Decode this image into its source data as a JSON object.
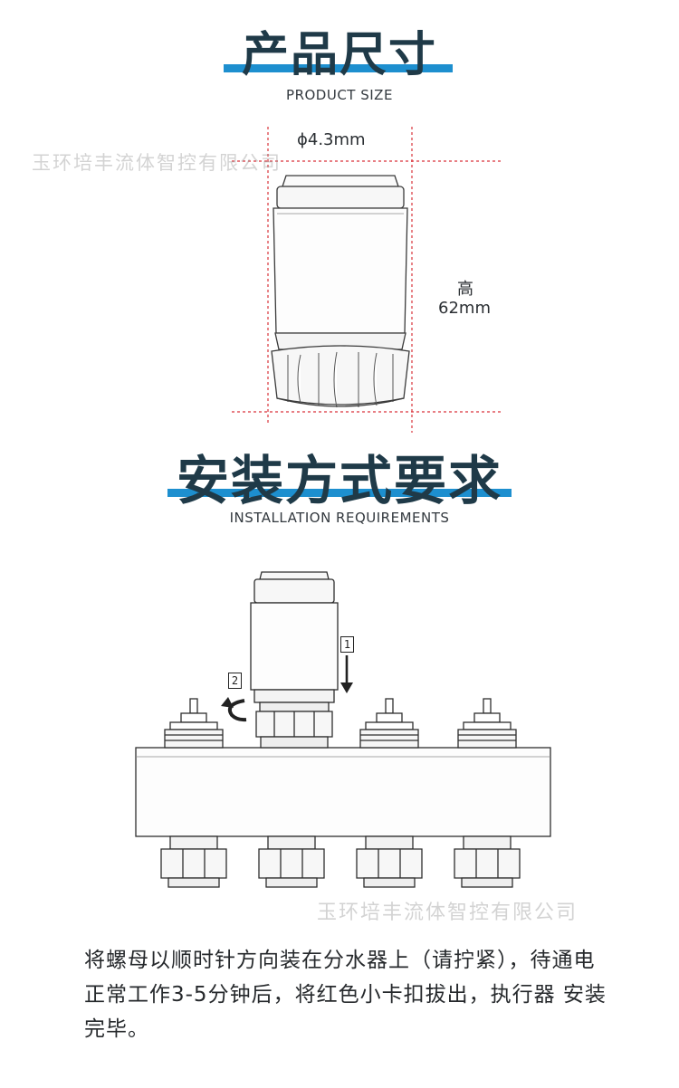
{
  "sections": {
    "product_size": {
      "title": "产品尺寸",
      "subtitle": "PRODUCT SIZE"
    },
    "installation": {
      "title": "安装方式要求",
      "subtitle": "INSTALLATION REQUIREMENTS"
    }
  },
  "dimensions": {
    "diameter": "ϕ4.3mm",
    "height_label": "高",
    "height_value": "62mm"
  },
  "watermark": "玉环培丰流体智控有限公司",
  "steps": {
    "step1": "1",
    "step2": "2"
  },
  "instructions": "将螺母以顺时针方向装在分水器上（请拧紧），待通电正常工作3-5分钟后，将红色小卡扣拔出，执行器 安装完毕。",
  "colors": {
    "accent_bar": "#1d8fcf",
    "heading_text": "#1f3a48",
    "dimension_line": "#d9323a"
  }
}
